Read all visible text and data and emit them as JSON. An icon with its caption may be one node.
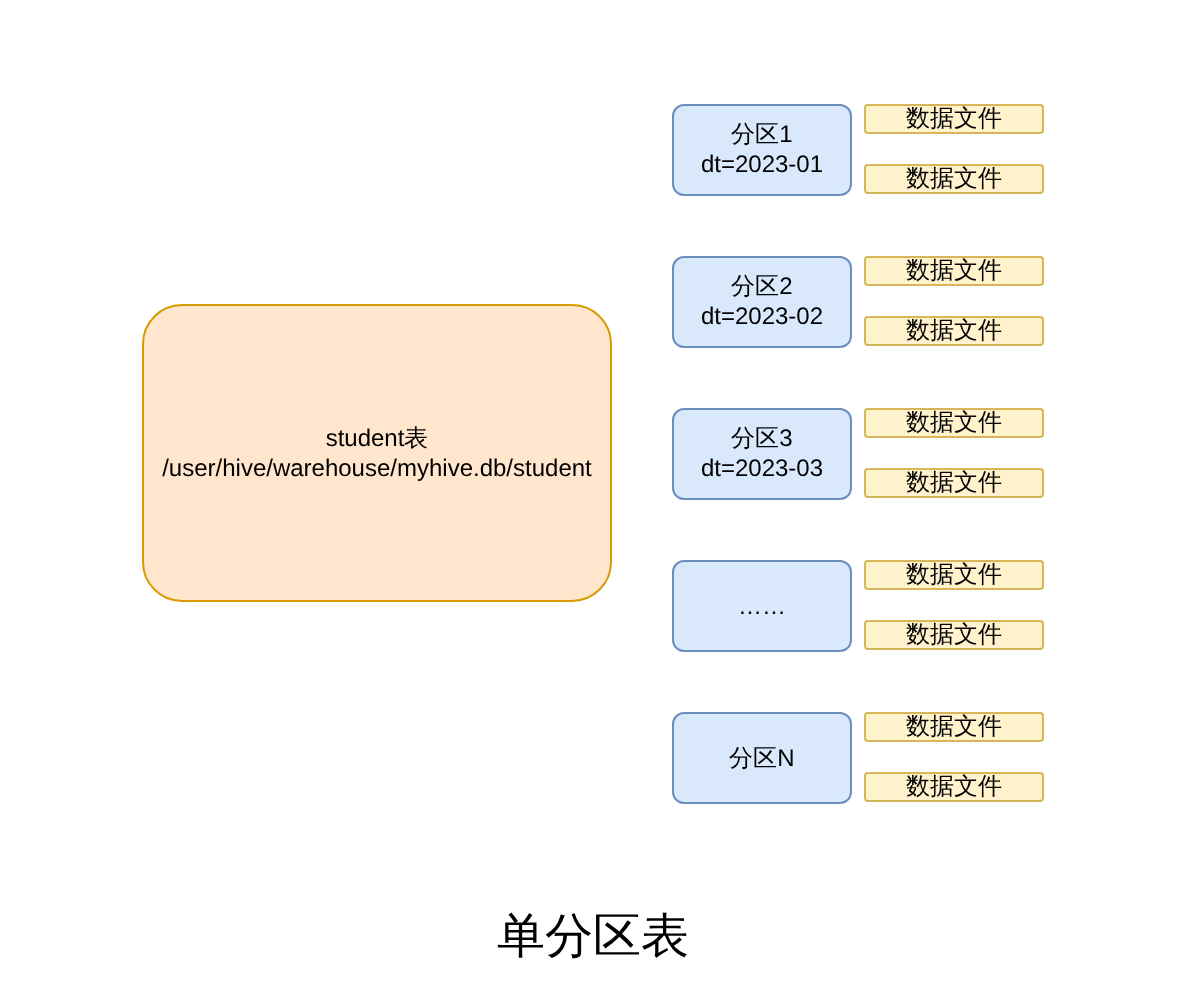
{
  "diagram": {
    "title": "单分区表",
    "nodes": [
      {
        "text": [
          "student表",
          "/user/hive/warehouse/myhive.db/student"
        ]
      },
      {
        "text": [
          "分区1",
          "dt=2023-01"
        ]
      },
      {
        "text": [
          "数据文件"
        ]
      },
      {
        "text": [
          "数据文件"
        ]
      },
      {
        "text": [
          "分区2",
          "dt=2023-02"
        ]
      },
      {
        "text": [
          "数据文件"
        ]
      },
      {
        "text": [
          "数据文件"
        ]
      },
      {
        "text": [
          "分区3",
          "dt=2023-03"
        ]
      },
      {
        "text": [
          "数据文件"
        ]
      },
      {
        "text": [
          "数据文件"
        ]
      },
      {
        "text": [
          "……"
        ]
      },
      {
        "text": [
          "数据文件"
        ]
      },
      {
        "text": [
          "数据文件"
        ]
      },
      {
        "text": [
          "分区N"
        ]
      },
      {
        "text": [
          "数据文件"
        ]
      },
      {
        "text": [
          "数据文件"
        ]
      }
    ],
    "edges": []
  }
}
